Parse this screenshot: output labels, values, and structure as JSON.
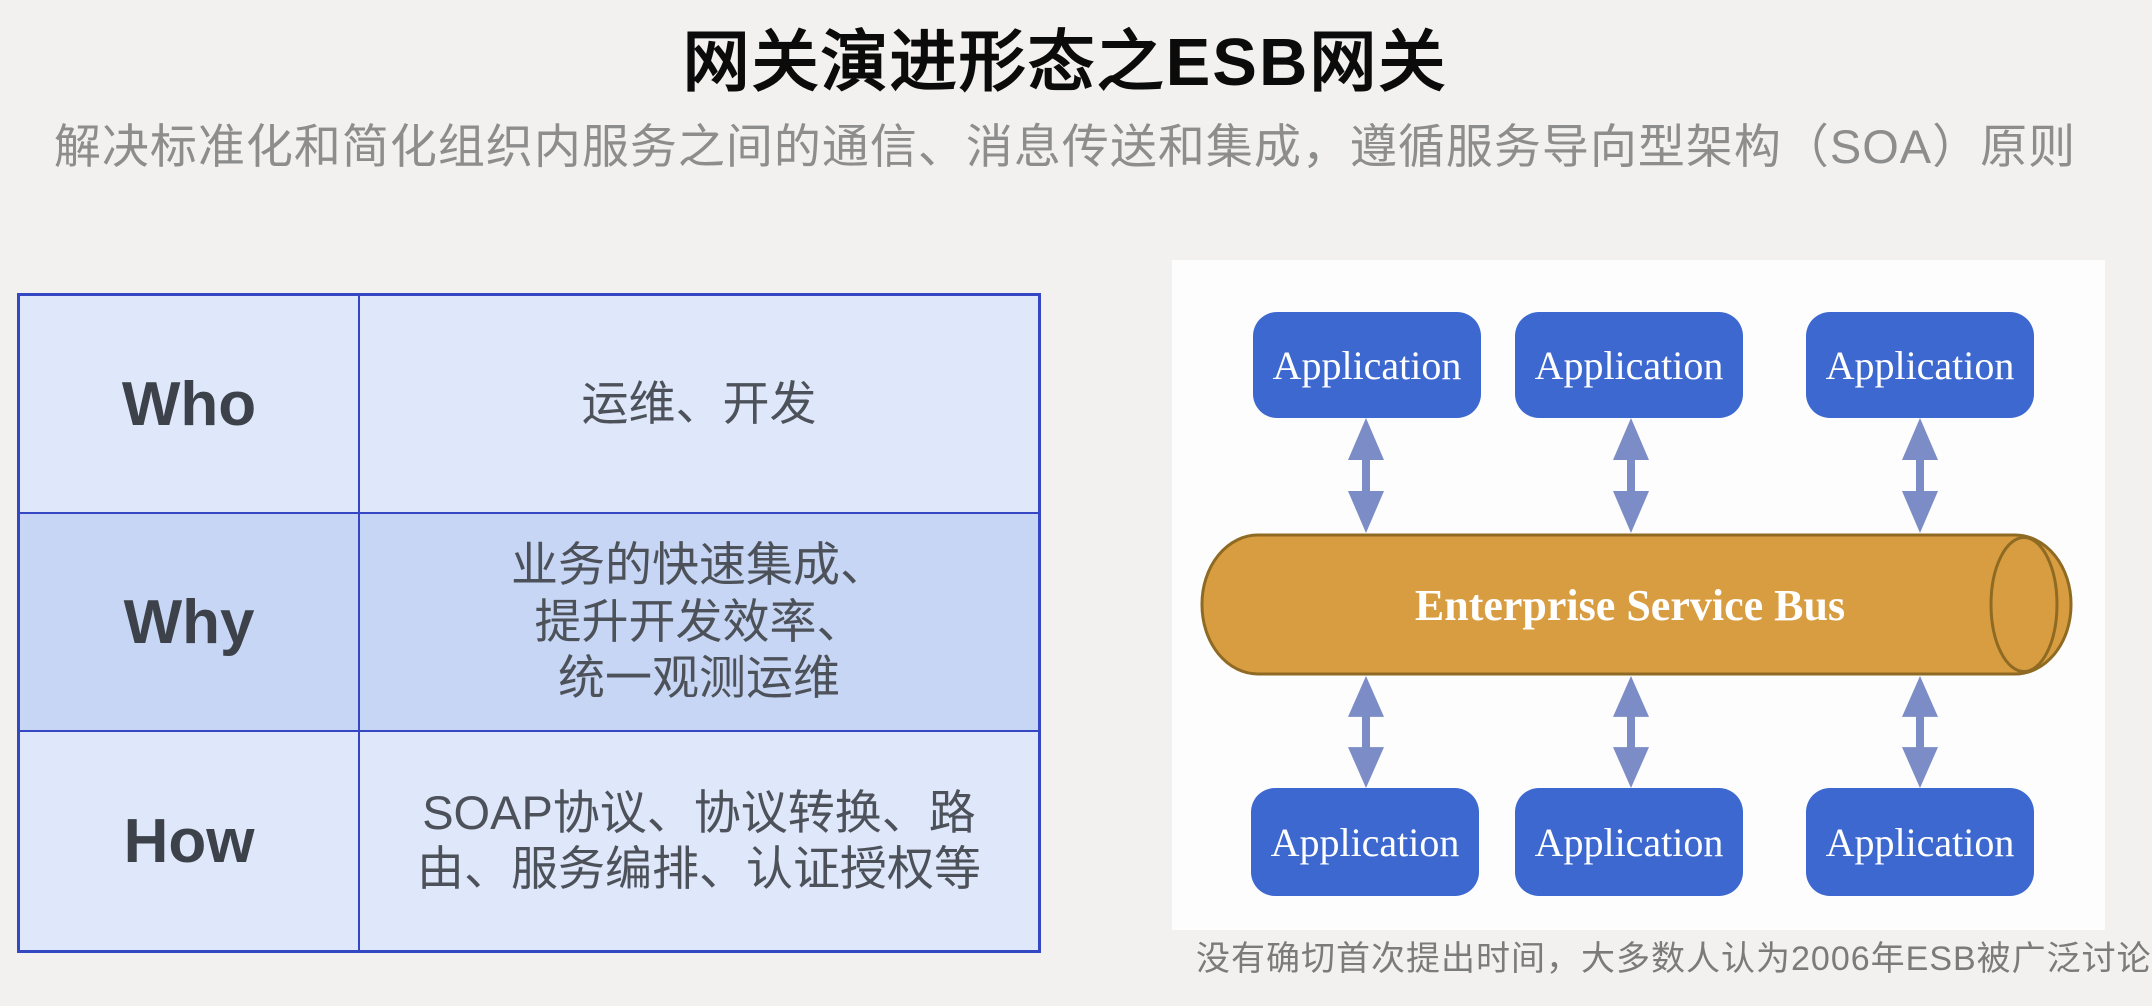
{
  "page": {
    "title": "网关演进形态之ESB网关",
    "subtitle": "解决标准化和简化组织内服务之间的通信、消息传送和集成，遵循服务导向型架构（SOA）原则"
  },
  "table": {
    "rows": [
      {
        "label": "Who",
        "lines": [
          "运维、开发"
        ]
      },
      {
        "label": "Why",
        "lines": [
          "业务的快速集成、",
          "提升开发效率、",
          "统一观测运维"
        ]
      },
      {
        "label": "How",
        "lines": [
          "SOAP协议、协议转换、路",
          "由、服务编排、认证授权等"
        ]
      }
    ]
  },
  "diagram": {
    "top_apps": [
      "Application",
      "Application",
      "Application"
    ],
    "bottom_apps": [
      "Application",
      "Application",
      "Application"
    ],
    "bus_label": "Enterprise Service Bus",
    "caption": "没有确切首次提出时间，大多数人认为2006年ESB被广泛讨论"
  },
  "colors": {
    "table_border": "#3547c3",
    "row_light_bg": "#dfe7fa",
    "row_mid_bg": "#c7d6f4",
    "app_box_blue": "#3c68d0",
    "bus_fill": "#d99d41",
    "bus_stroke": "#8f6a22",
    "arrow_blue": "#7b8cc6",
    "title_color": "#0b0b0b",
    "subtitle_gray": "#8d8d8d",
    "panel_bg": "#fdfdfd",
    "page_bg": "#f2f1ef"
  }
}
